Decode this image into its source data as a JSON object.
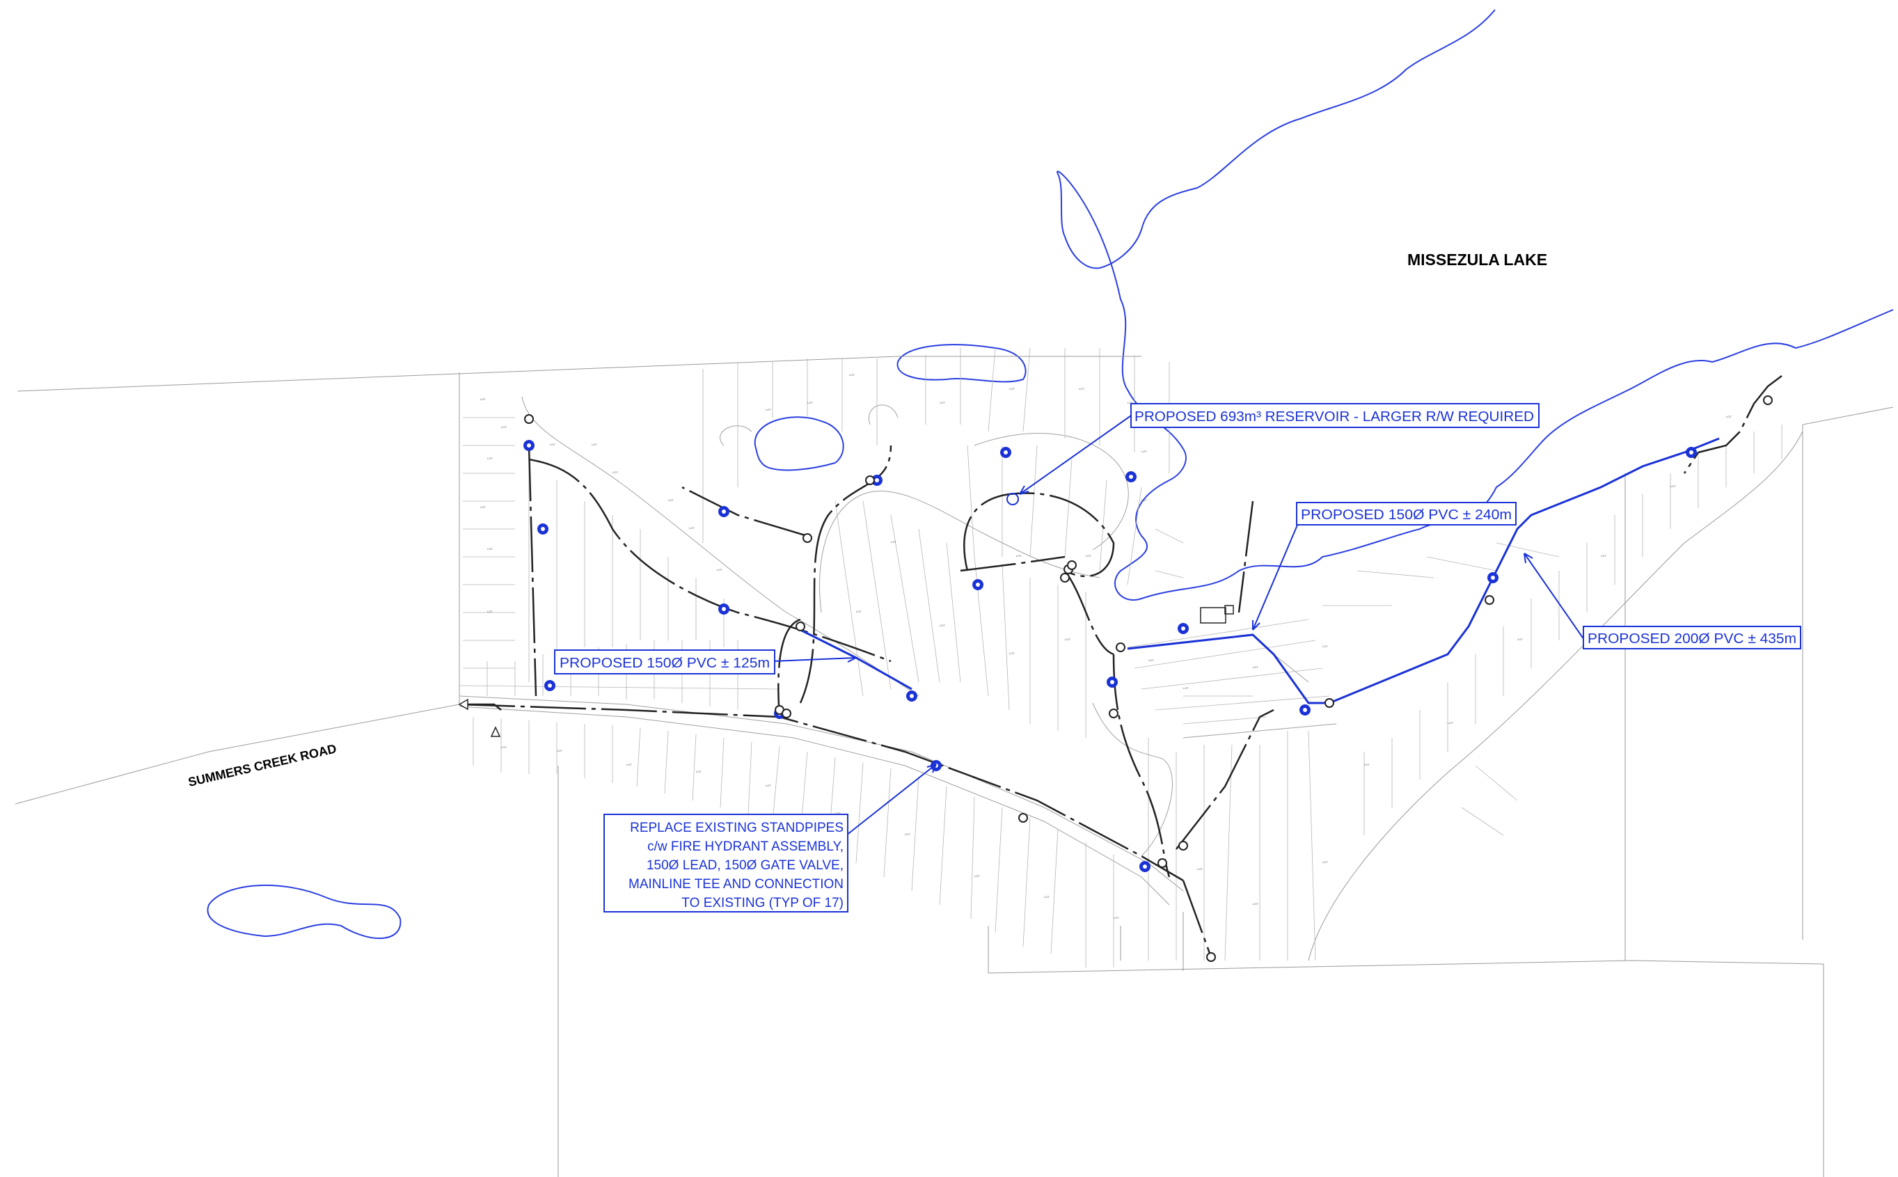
{
  "labels": {
    "lake": "MISSEZULA LAKE",
    "road": "SUMMERS CREEK ROAD"
  },
  "callouts": {
    "reservoir": "PROPOSED 693m³ RESERVOIR - LARGER R/W REQUIRED",
    "pvc240": "PROPOSED 150Ø PVC ± 240m",
    "pvc125": "PROPOSED 150Ø PVC ± 125m",
    "pvc435": "PROPOSED 200Ø PVC ± 435m",
    "standpipes": [
      "REPLACE EXISTING STANDPIPES",
      "c/w FIRE HYDRANT ASSEMBLY,",
      "150Ø LEAD, 150Ø GATE VALVE,",
      "MAINLINE TEE AND CONNECTION",
      "TO EXISTING (TYP OF 17)"
    ]
  },
  "colors": {
    "water": "#2a3fe0",
    "proposed": "#1a32d6",
    "existing_main": "#222222",
    "parcel": "#9a9a9a"
  }
}
